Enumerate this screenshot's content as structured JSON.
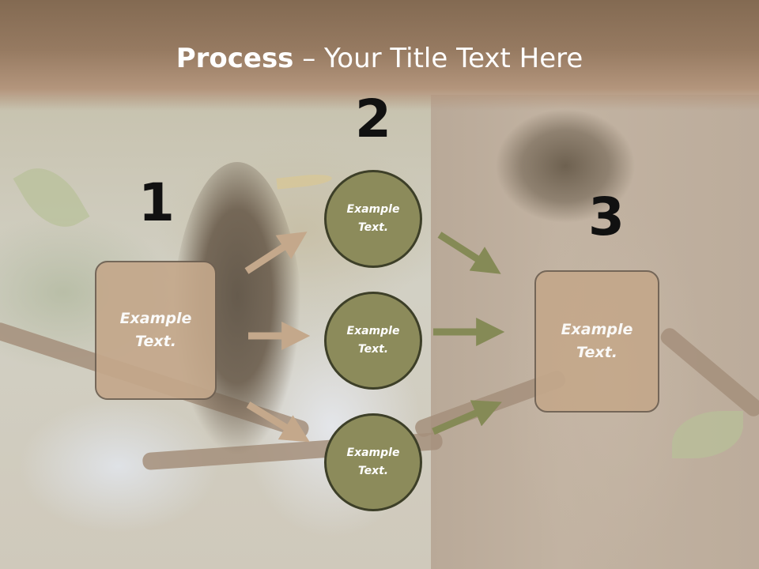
{
  "title": {
    "bold": "Process",
    "rest": " – Your Title Text Here"
  },
  "steps": {
    "one": "1",
    "two": "2",
    "three": "3"
  },
  "left_box": {
    "label": "Example\nText."
  },
  "right_box": {
    "label": "Example\nText."
  },
  "circles": [
    {
      "label": "Example\nText."
    },
    {
      "label": "Example\nText."
    },
    {
      "label": "Example\nText."
    }
  ],
  "colors": {
    "box_fill": "#c4a88b",
    "circle_fill": "#8c8b5b",
    "left_arrows": "#c4a88b",
    "right_arrows": "#858a56",
    "title_band": "#8d7259"
  }
}
